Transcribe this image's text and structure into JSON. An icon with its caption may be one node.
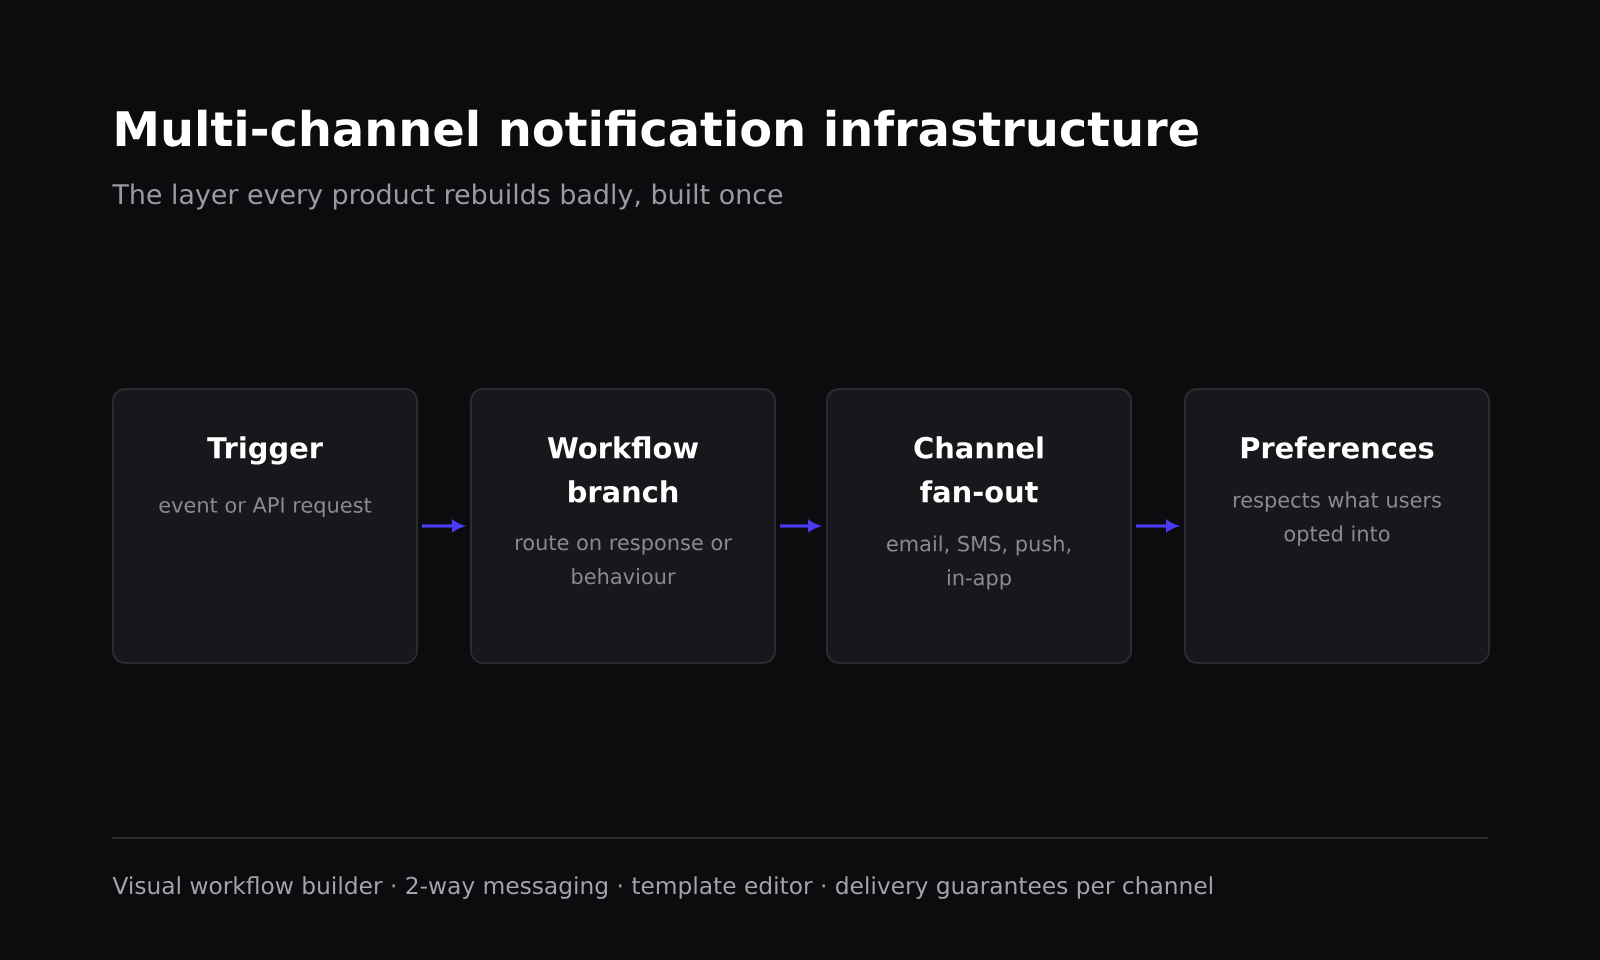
{
  "diagram": {
    "title": "Multi-channel notification infrastructure",
    "nodes": [
      {
        "text": [
          "Trigger",
          "event or API request"
        ]
      },
      {
        "text": [
          "Workflow branch",
          "route on response or behaviour"
        ]
      },
      {
        "text": [
          "Channel fan-out",
          "email, SMS, push, in-app"
        ]
      },
      {
        "text": [
          "Preferences",
          "respects what users opted into"
        ]
      }
    ],
    "edges": [
      {
        "from": 0,
        "to": 1,
        "arrow": "to"
      },
      {
        "from": 1,
        "to": 2,
        "arrow": "to"
      },
      {
        "from": 2,
        "to": 3,
        "arrow": "to"
      }
    ],
    "labels": [
      "The layer every product rebuilds badly, built once",
      "Visual workflow builder · 2-way messaging · template editor · delivery guarantees per channel"
    ]
  }
}
